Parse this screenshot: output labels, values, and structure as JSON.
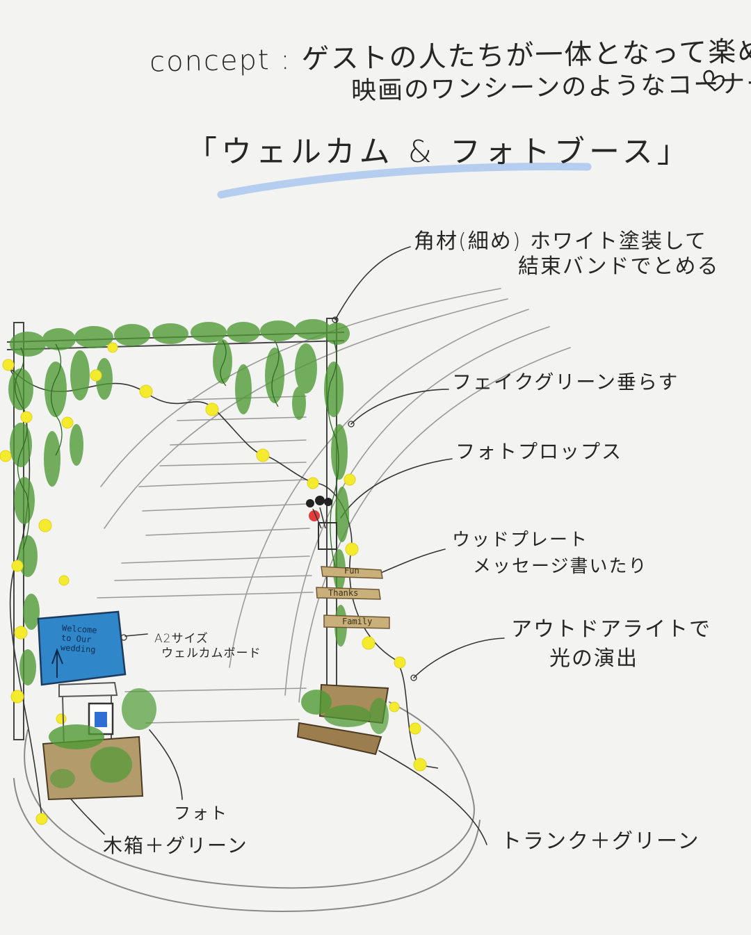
{
  "notes": {
    "concept_line1": "concept : ゲストの人たちが一体となって楽める！",
    "concept_line2": "映画のワンシーンのようなコーナー♡",
    "title": "「ウェルカム & フォトブース」",
    "frame_note_line1": "角材(細め) ホワイト塗装して",
    "frame_note_line2": "結束バンドでとめる",
    "fake_green": "フェイクグリーン垂らす",
    "photo_props": "フォトプロップス",
    "wood_plate_line1": "ウッドプレート",
    "wood_plate_line2": "メッセージ書いたり",
    "outdoor_light_line1": "アウトドアライトで",
    "outdoor_light_line2": "光の演出",
    "welcome_board_line1": "A2サイズ",
    "welcome_board_line2": "ウェルカムボード",
    "photo": "フォト",
    "wooden_box_green": "木箱＋グリーン",
    "trunk_green": "トランク＋グリーン"
  },
  "signs": [
    "Fun",
    "Thanks",
    "Family"
  ],
  "welcome_board_text": [
    "Welcome",
    "to Our",
    "wedding"
  ],
  "colors": {
    "background": "#f3f3f1",
    "ink": "#262626",
    "ivy": "#4f9a35",
    "light_bulb": "#f4ea2e",
    "board_blue": "#2f86c9",
    "wood": "#9c7d4e",
    "highlight_blue": "#a9c6ee"
  }
}
